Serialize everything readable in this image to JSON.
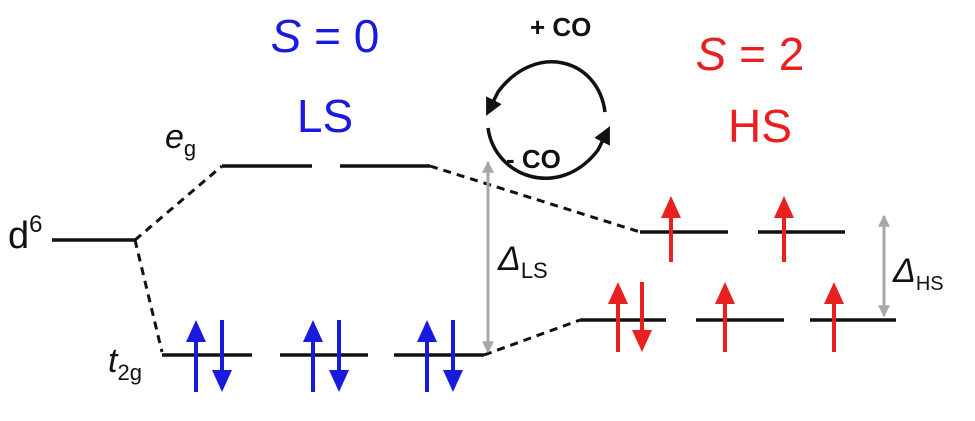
{
  "colors": {
    "ls": "#1a1adf",
    "hs": "#e8201f",
    "level": "#111111",
    "gap_arrow": "#a8a8a8",
    "cycle": "#111111"
  },
  "low_spin": {
    "spin_state": {
      "symbol": "S",
      "equals": " = 0"
    },
    "label": "LS"
  },
  "high_spin": {
    "spin_state": {
      "symbol": "S",
      "equals": " = 2"
    },
    "label": "HS"
  },
  "cycle": {
    "add_label": "+ CO",
    "remove_label": "- CO"
  },
  "levels": {
    "d_base": "d",
    "d_sup": "6",
    "eg_base": "e",
    "eg_sub": "g",
    "t2g_base": "t",
    "t2g_sub": "2g"
  },
  "gaps": {
    "ls_delta": "Δ",
    "ls_sub": "LS",
    "hs_delta": "Δ",
    "hs_sub": "HS"
  }
}
